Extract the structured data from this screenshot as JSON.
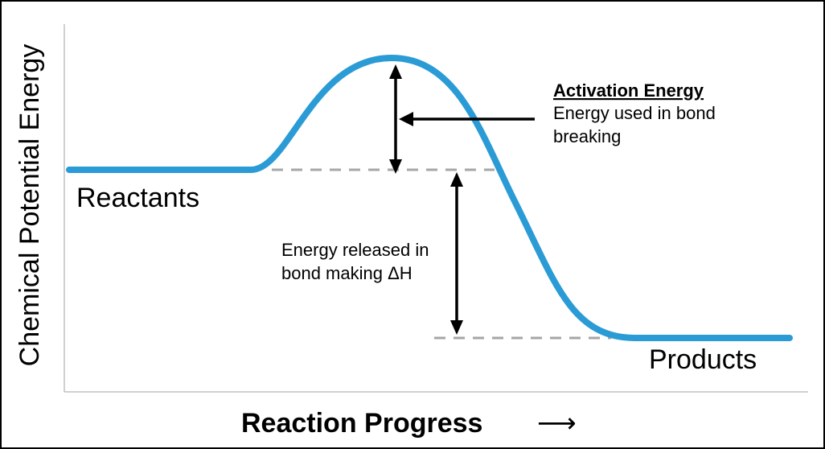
{
  "axes": {
    "y_label": "Chemical Potential Energy",
    "x_label": "Reaction Progress",
    "x_arrow_glyph": "⟶"
  },
  "levels": {
    "reactants": "Reactants",
    "products": "Products"
  },
  "annotations": {
    "activation_title": "Activation Energy",
    "activation_line1": "Energy used in bond",
    "activation_line2": "breaking",
    "released_line1": "Energy released in",
    "released_line2": "bond making ΔH"
  },
  "colors": {
    "curve": "#2b9bd6",
    "dashed_guides": "#a6a6a6",
    "arrows": "#000000",
    "border": "#000000"
  }
}
